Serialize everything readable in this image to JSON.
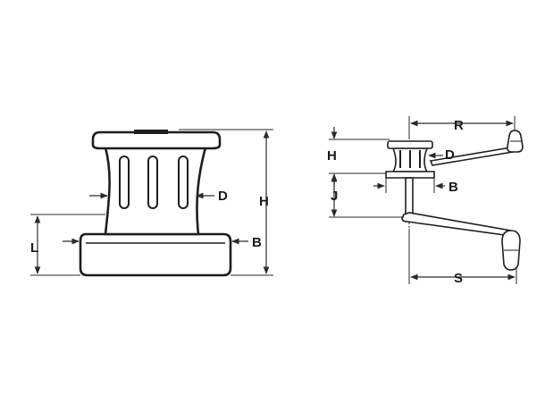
{
  "left_view": {
    "labels": {
      "d": "D",
      "h": "H",
      "b": "B",
      "l": "L"
    }
  },
  "right_view": {
    "labels": {
      "r": "R",
      "h": "H",
      "d": "D",
      "j": "J",
      "b": "B",
      "s": "S"
    }
  },
  "colors": {
    "line": "#1e1e1e",
    "background": "#ffffff"
  }
}
